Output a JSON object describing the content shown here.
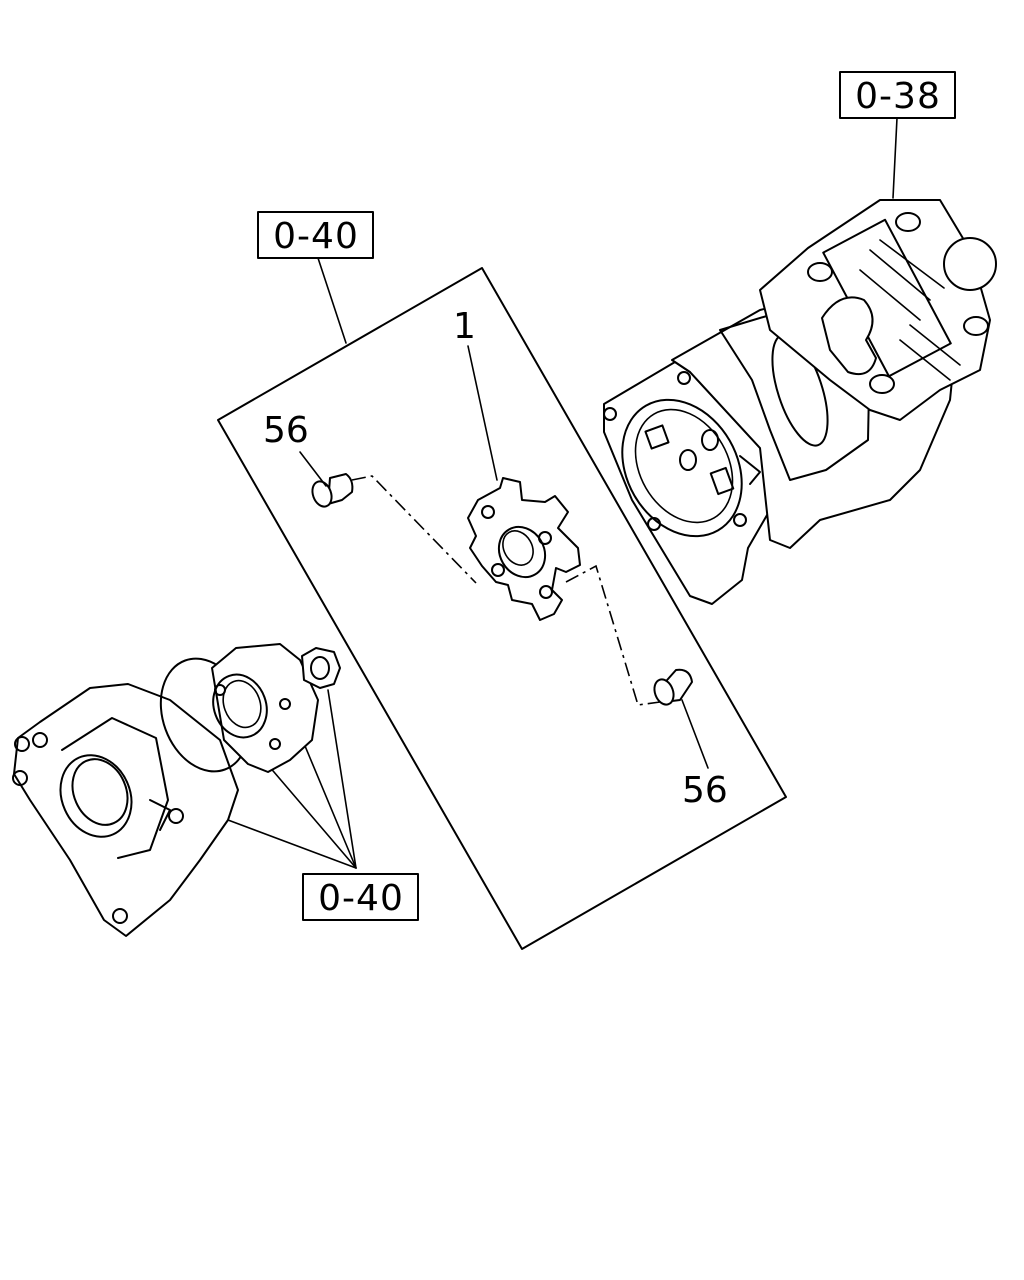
{
  "callouts": {
    "pump_ref": "0-38",
    "kit_ref": "0-40",
    "bracket_ref": "0-40",
    "part_coupling": "1",
    "part_bolt_upper": "56",
    "part_bolt_lower": "56"
  }
}
